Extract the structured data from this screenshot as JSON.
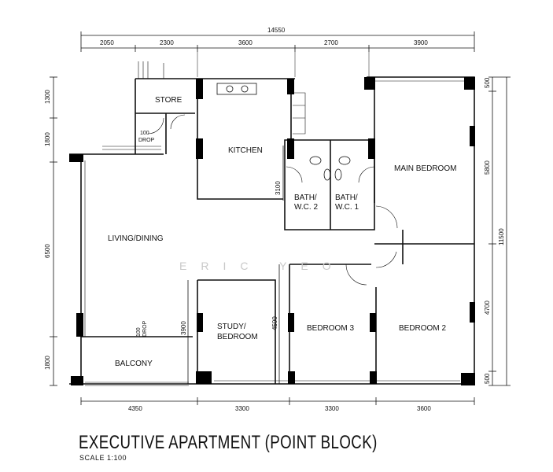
{
  "drawing": {
    "title": "EXECUTIVE APARTMENT (POINT BLOCK)",
    "scale": "SCALE 1:100",
    "watermark": "ERIC YEO"
  },
  "dimensions": {
    "overall_width": "14550",
    "overall_height": "11500",
    "top": [
      "2050",
      "2300",
      "3600",
      "2700",
      "3900"
    ],
    "bottom": [
      "4350",
      "3300",
      "3300",
      "3600"
    ],
    "left": [
      "1300",
      "1800",
      "6500",
      "1800"
    ],
    "right": [
      "500",
      "5800",
      "4700",
      "500"
    ],
    "kitchen_depth": "3100",
    "study_depth": "3900",
    "bedroom3_depth": "4500"
  },
  "rooms": {
    "store": "STORE",
    "kitchen": "KITCHEN",
    "main_bedroom": "MAIN BEDROOM",
    "bath_wc2": [
      "BATH/",
      "W.C. 2"
    ],
    "bath_wc1": [
      "BATH/",
      "W.C. 1"
    ],
    "living_dining": "LIVING/DINING",
    "study_bedroom": [
      "STUDY/",
      "BEDROOM"
    ],
    "bedroom3": "BEDROOM 3",
    "bedroom2": "BEDROOM 2",
    "balcony": "BALCONY"
  },
  "drops": {
    "drop1": [
      "100",
      "DROP"
    ],
    "drop2": [
      "100",
      "DROP"
    ]
  }
}
